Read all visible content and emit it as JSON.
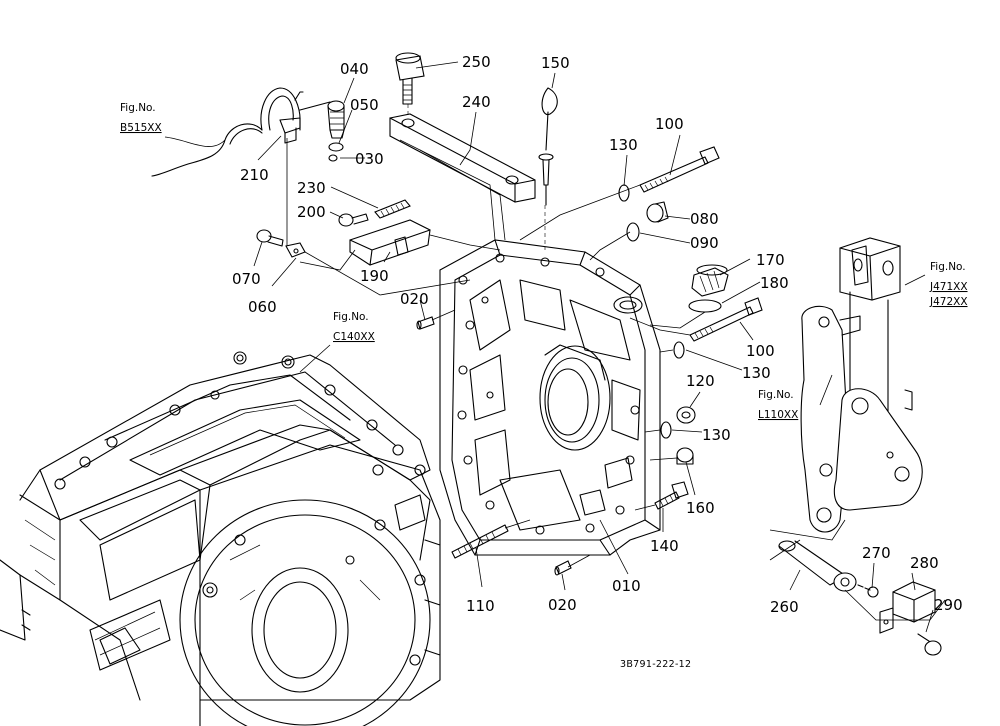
{
  "figure_code": "3B791-222-12",
  "part_numbers": {
    "p010": "010",
    "p020a": "020",
    "p020b": "020",
    "p030": "030",
    "p040": "040",
    "p050": "050",
    "p060": "060",
    "p070": "070",
    "p080": "080",
    "p090": "090",
    "p100a": "100",
    "p100b": "100",
    "p110": "110",
    "p120": "120",
    "p130a": "130",
    "p130b": "130",
    "p130c": "130",
    "p140": "140",
    "p150": "150",
    "p160": "160",
    "p170": "170",
    "p180": "180",
    "p190": "190",
    "p200": "200",
    "p210": "210",
    "p230": "230",
    "p240": "240",
    "p250": "250",
    "p260": "260",
    "p270": "270",
    "p280": "280",
    "p290": "290"
  },
  "figure_refs": {
    "b515": {
      "prefix": "Fig.No.",
      "code": "B515XX"
    },
    "c140": {
      "prefix": "Fig.No.",
      "code": "C140XX"
    },
    "j471": {
      "prefix": "Fig.No.",
      "code": "J471XX",
      "code2": "J472XX"
    },
    "l110": {
      "prefix": "Fig.No.",
      "code": "L110XX"
    }
  }
}
